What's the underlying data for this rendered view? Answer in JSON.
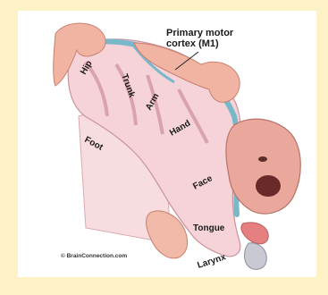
{
  "title": {
    "line1": "Primary motor",
    "line2": "cortex (M1)"
  },
  "labels": {
    "hip": "Hip",
    "trunk": "Trunk",
    "arm": "Arm",
    "hand": "Hand",
    "foot": "Foot",
    "face": "Face",
    "tongue": "Tongue",
    "larynx": "Larynx"
  },
  "credit": "© BrainConnection.com",
  "colors": {
    "background": "#fdf1c6",
    "cortex": "#f6d3d8",
    "cortex_shadow": "#e6b1b9",
    "vessels": "#79b8c9",
    "skin": "#f2b4a2",
    "skin_dark": "#e1907d",
    "face": "#eaa79b"
  }
}
